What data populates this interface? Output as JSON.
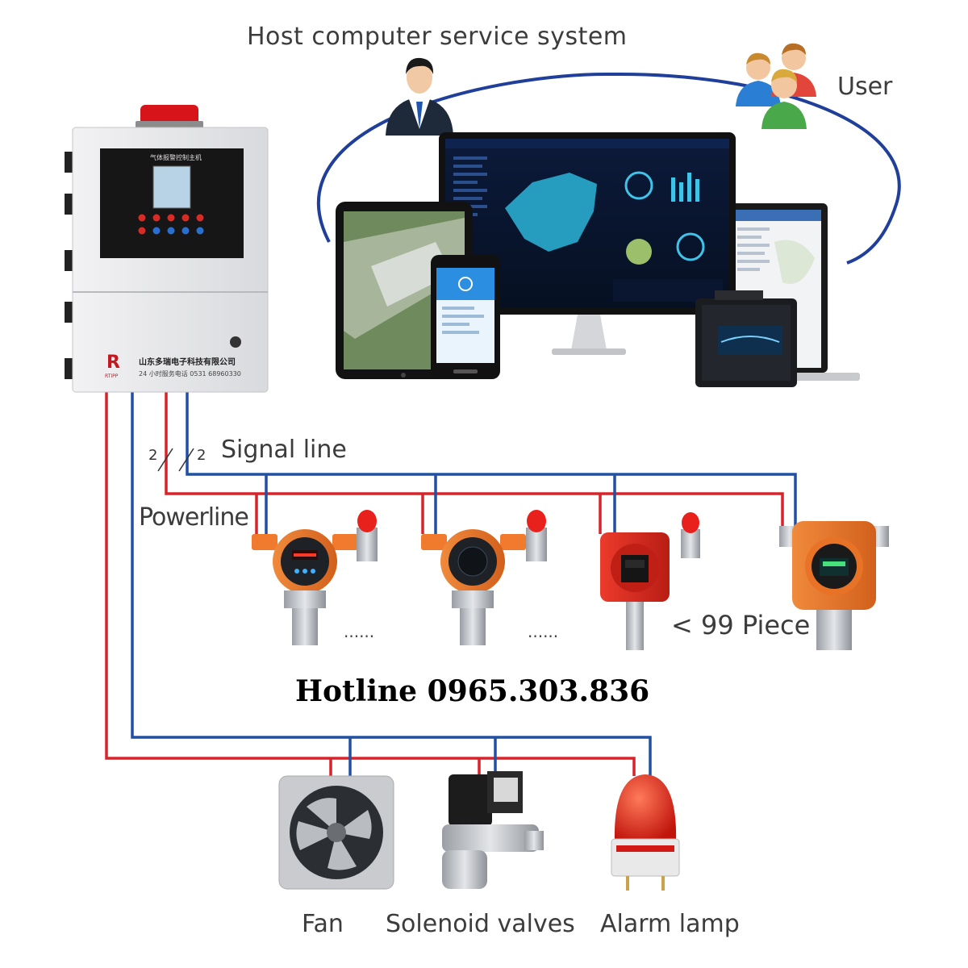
{
  "labels": {
    "host_system": "Host computer service system",
    "user": "User",
    "signal_line": "Signal line",
    "power_line": "Powerline",
    "piece_limit": "< 99 Piece",
    "hotline": "Hotline 0965.303.836",
    "fan": "Fan",
    "solenoid": "Solenoid valves",
    "alarm_lamp": "Alarm lamp",
    "wire_count_left": "2",
    "wire_count_right": "2",
    "ellipsis_1": "......",
    "ellipsis_2": "......"
  },
  "controller": {
    "company": "山东多瑞电子科技有限公司",
    "service_line": "24 小时服务电话 0531 68960330",
    "logo_text": "RTIPP",
    "panel_title": "气体报警控制主机"
  },
  "colors": {
    "power_wire": "#d8232a",
    "signal_wire": "#2150a3",
    "network_ring": "#1f3f9a"
  },
  "icons": [
    "person-suit-icon",
    "user-group-icon"
  ]
}
